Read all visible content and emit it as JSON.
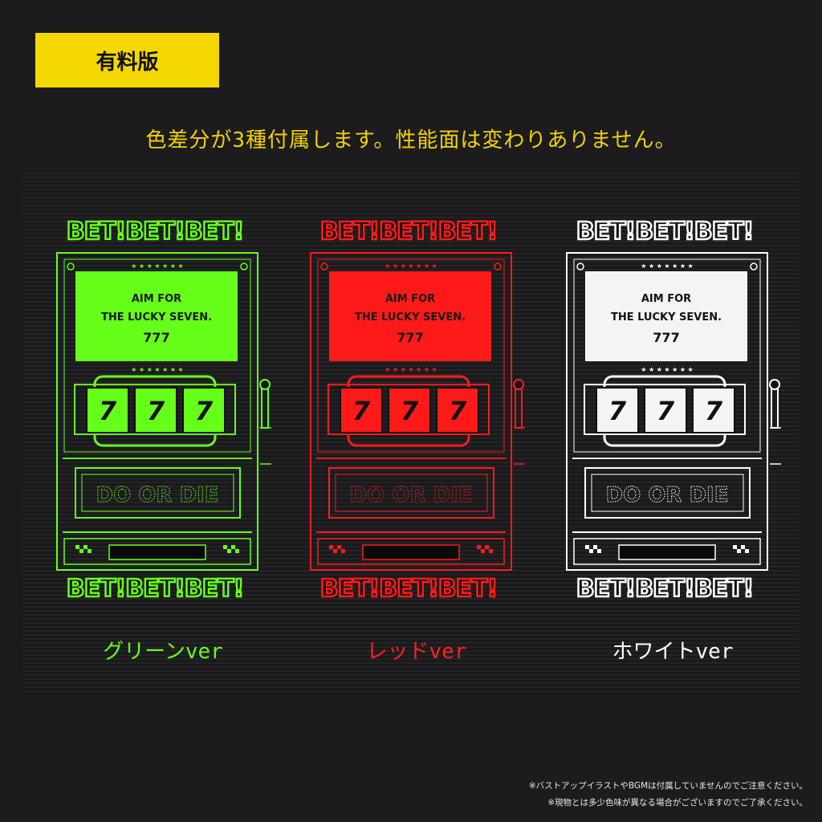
{
  "badge": {
    "label": "有料版"
  },
  "headline": "色差分が3種付属します。性能面は変わりありません。",
  "machines": [
    {
      "caption": "グリーンver",
      "accent": "#66ff1a",
      "screen_fill": "#66ff1a",
      "screen_text": "#1a1a1a"
    },
    {
      "caption": "レッドver",
      "accent": "#ff1a1a",
      "screen_fill": "#ff1a1a",
      "screen_text": "#1a1a1a"
    },
    {
      "caption": "ホワイトver",
      "accent": "#ffffff",
      "screen_fill": "#f4f4f4",
      "screen_text": "#111111"
    }
  ],
  "machine_text": {
    "top_banner": "BET!BET!BET!",
    "bottom_banner": "BET!BET!BET!",
    "screen_line1": "AIM FOR",
    "screen_line2": "THE LUCKY SEVEN.",
    "screen_line3": "777",
    "reel_symbol": "7",
    "panel_text": "DO OR DIE",
    "stars": "★ ★ ★ ★ ★ ★ ★"
  },
  "notes": [
    "※バストアップイラストやBGMは付属していませんのでご注意ください。",
    "※現物とは多少色味が異なる場合がございますのでご了承ください。"
  ]
}
